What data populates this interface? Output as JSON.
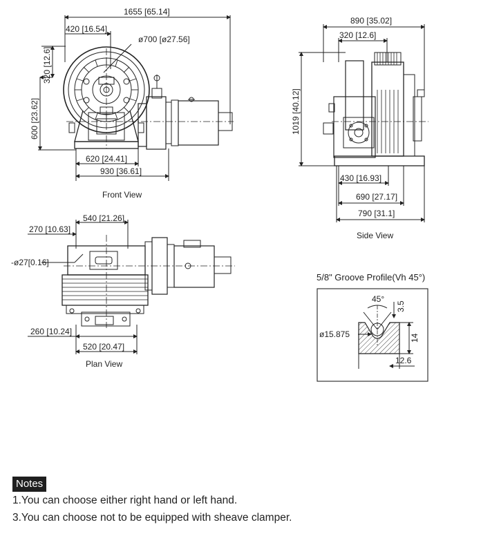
{
  "front_view": {
    "caption": "Front View",
    "dim_width": "1655 [65.14]",
    "dim_offset": "420 [16.54]",
    "dim_sheave": "ø700 [ø27.56]",
    "dim_top": "320 [12.6]",
    "dim_height": "600 [23.62]",
    "dim_base_inner": "620 [24.41]",
    "dim_base_outer": "930 [36.61]"
  },
  "side_view": {
    "caption": "Side View",
    "dim_width": "890 [35.02]",
    "dim_offset": "320 [12.6]",
    "dim_height": "1019 [40.12]",
    "dim_a": "430 [16.93]",
    "dim_b": "690 [27.17]",
    "dim_c": "790 [31.1]"
  },
  "plan_view": {
    "caption": "Plan View",
    "dim_a": "540 [21.26]",
    "dim_b": "270 [10.63]",
    "dim_hole": "-ø27[0.16]",
    "dim_c": "260 [10.24]",
    "dim_d": "520 [20.47]"
  },
  "groove_profile": {
    "title": "5/8\" Groove Profile(Vh 45°)",
    "angle": "45°",
    "depth": "3.5",
    "diameter": "ø15.875",
    "height": "14",
    "width": "12.6"
  },
  "notes": {
    "badge": "Notes",
    "items": [
      "1.You can choose either right hand or left hand.",
      "3.You can choose not to be equipped with sheave clamper."
    ]
  }
}
